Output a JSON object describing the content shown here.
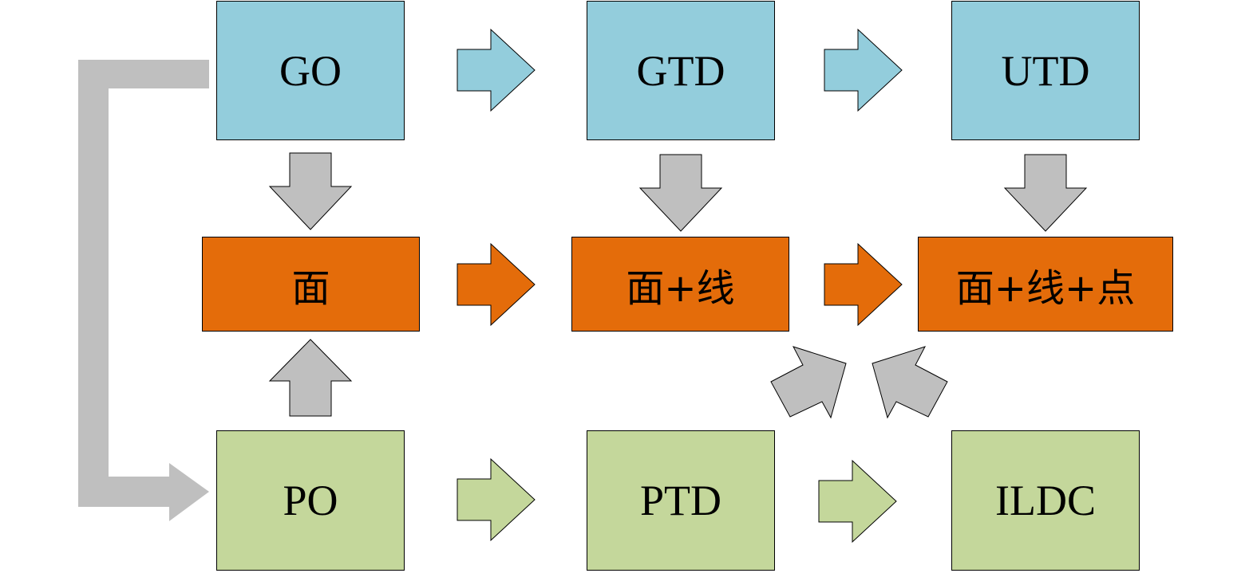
{
  "colors": {
    "blue": "#93CDDC",
    "orange": "#E46C0A",
    "green": "#C4D79B",
    "gray": "#BFBFBF"
  },
  "nodes": {
    "go": "GO",
    "gtd": "GTD",
    "utd": "UTD",
    "face": "面",
    "face_line": "面+线",
    "face_line_point": "面+线+点",
    "po": "PO",
    "ptd": "PTD",
    "ildc": "ILDC"
  },
  "edges": [
    {
      "from": "GO",
      "to": "GTD"
    },
    {
      "from": "GTD",
      "to": "UTD"
    },
    {
      "from": "GO",
      "to": "面"
    },
    {
      "from": "GTD",
      "to": "面+线"
    },
    {
      "from": "UTD",
      "to": "面+线+点"
    },
    {
      "from": "面",
      "to": "面+线"
    },
    {
      "from": "面+线",
      "to": "面+线+点"
    },
    {
      "from": "PO",
      "to": "面"
    },
    {
      "from": "PTD",
      "to": "面+线+点"
    },
    {
      "from": "ILDC",
      "to": "面+线+点"
    },
    {
      "from": "PO",
      "to": "PTD"
    },
    {
      "from": "PTD",
      "to": "ILDC"
    },
    {
      "from": "GO",
      "to": "PO"
    }
  ]
}
